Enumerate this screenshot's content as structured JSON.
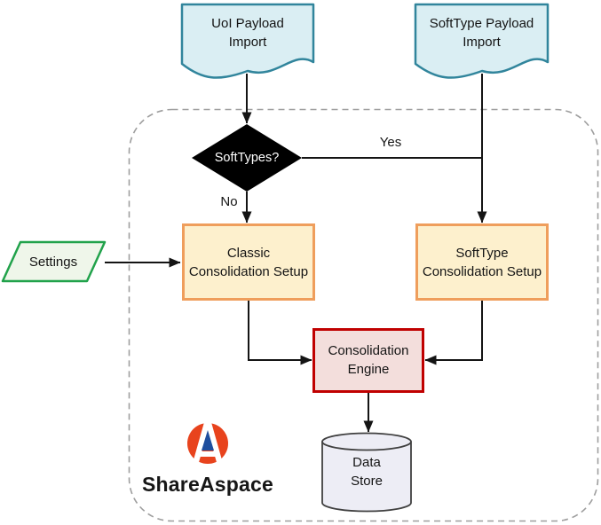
{
  "nodes": {
    "uoi_import": {
      "type": "document",
      "line1": "UoI Payload",
      "line2": "Import"
    },
    "softtype_import": {
      "type": "document",
      "line1": "SoftType Payload",
      "line2": "Import"
    },
    "decision": {
      "type": "decision",
      "label": "SoftTypes?"
    },
    "settings": {
      "type": "parallelogram",
      "label": "Settings"
    },
    "classic_setup": {
      "type": "process",
      "line1": "Classic",
      "line2": "Consolidation Setup"
    },
    "softtype_setup": {
      "type": "process",
      "line1": "SoftType",
      "line2": "Consolidation Setup"
    },
    "engine": {
      "type": "process",
      "line1": "Consolidation",
      "line2": "Engine"
    },
    "data_store": {
      "type": "cylinder",
      "line1": "Data",
      "line2": "Store"
    }
  },
  "edges": {
    "yes_label": "Yes",
    "no_label": "No"
  },
  "branding": {
    "name": "ShareAspace"
  },
  "colors": {
    "document_fill": "#DAEEF3",
    "document_border": "#31859C",
    "decision_fill": "#000000",
    "decision_text": "#FFFFFF",
    "setup_fill": "#FDF0CD",
    "setup_border": "#EF9E5C",
    "engine_fill": "#F3DEDC",
    "engine_border": "#C00000",
    "settings_fill": "#EFF6EA",
    "settings_border": "#21A24B",
    "datastore_fill": "#EDEDF5",
    "datastore_border": "#404040",
    "boundary_dash": "#9E9E9E",
    "connector": "#141414",
    "logo_orange": "#E8431D",
    "logo_blue": "#1E4E9E"
  }
}
